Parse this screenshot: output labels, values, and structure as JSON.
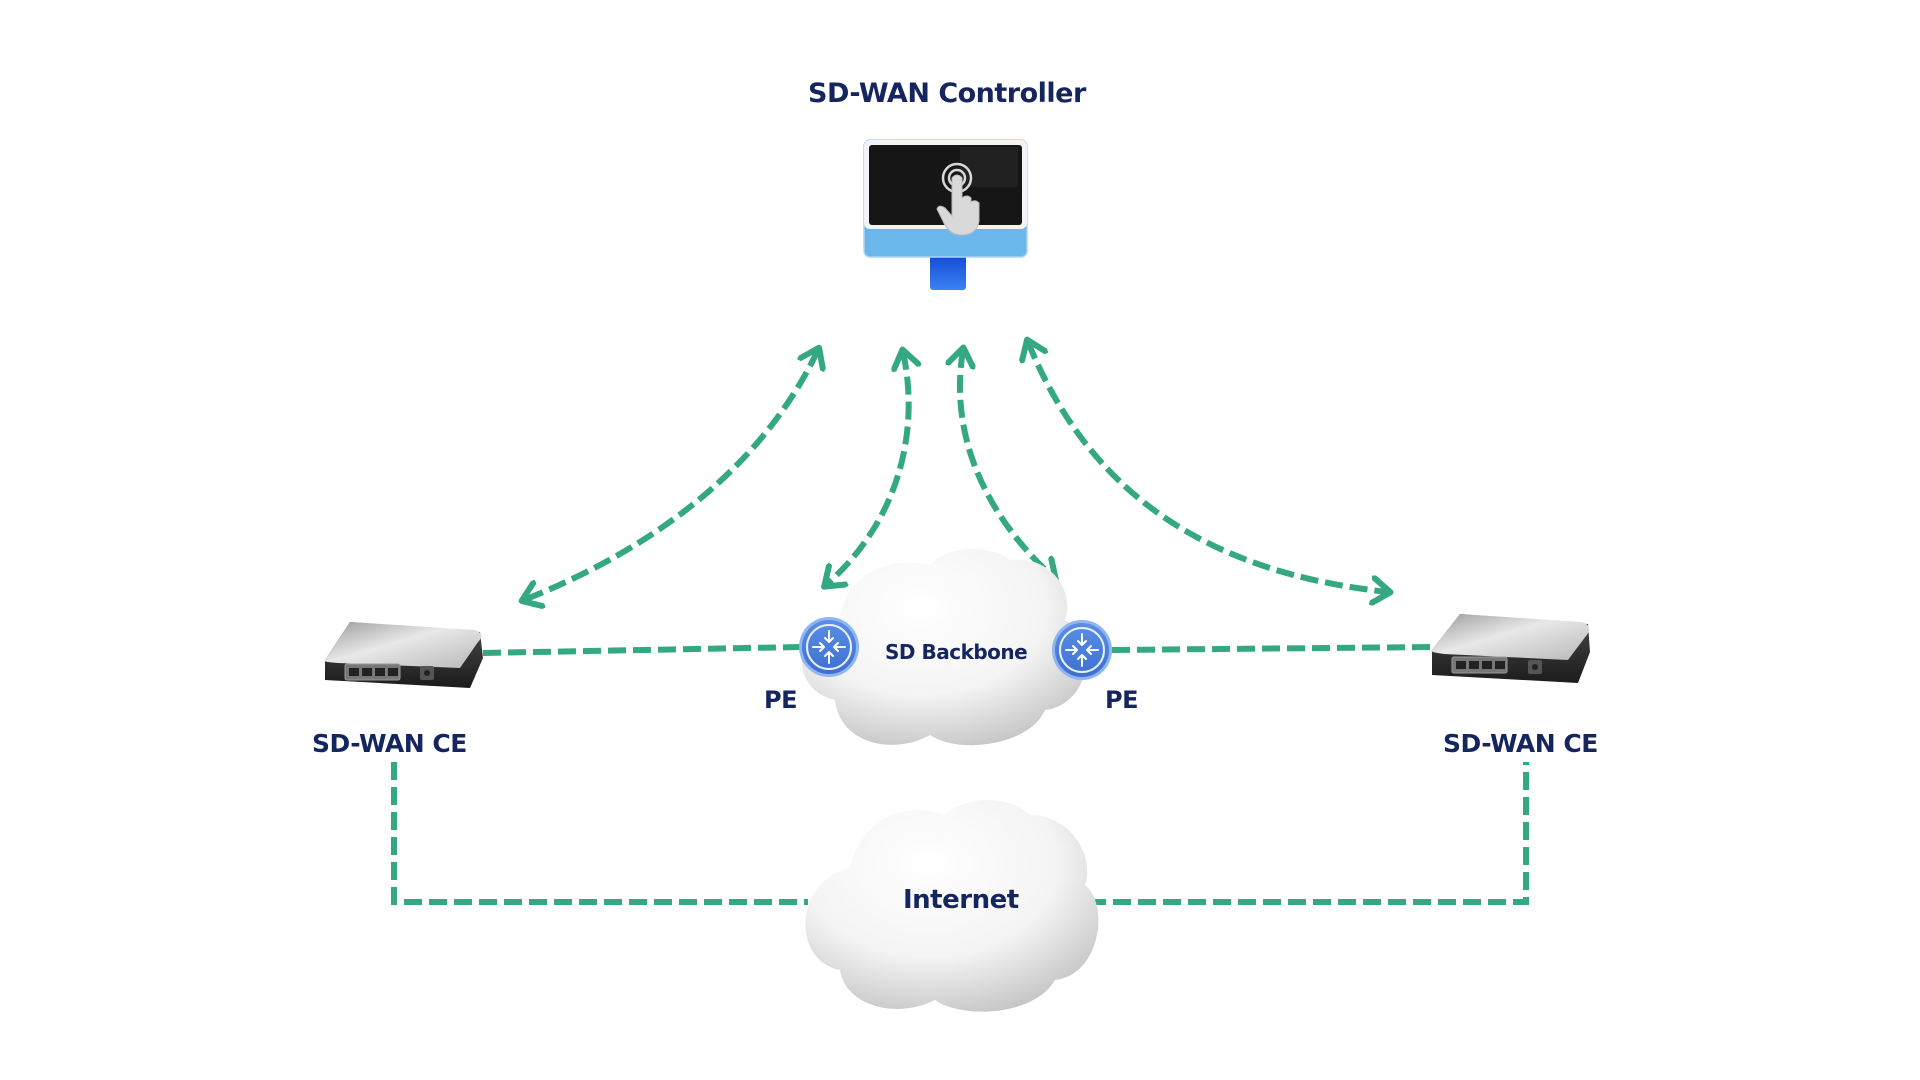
{
  "diagram": {
    "title": "SD-WAN Controller",
    "nodes": {
      "controller": {
        "label": "SD-WAN Controller",
        "icon": "monitor-touch-icon"
      },
      "ce_left": {
        "label": "SD-WAN CE",
        "icon": "router-device-icon"
      },
      "ce_right": {
        "label": "SD-WAN CE",
        "icon": "router-device-icon"
      },
      "pe_left": {
        "label": "PE",
        "icon": "pe-router-icon"
      },
      "pe_right": {
        "label": "PE",
        "icon": "pe-router-icon"
      },
      "backbone": {
        "label": "SD Backbone",
        "icon": "cloud-icon"
      },
      "internet": {
        "label": "Internet",
        "icon": "cloud-icon"
      }
    },
    "edges": [
      {
        "from": "controller",
        "to": "ce_left",
        "style": "dashed",
        "arrows": "both"
      },
      {
        "from": "controller",
        "to": "pe_left",
        "style": "dashed",
        "arrows": "both"
      },
      {
        "from": "controller",
        "to": "pe_right",
        "style": "dashed",
        "arrows": "both"
      },
      {
        "from": "controller",
        "to": "ce_right",
        "style": "dashed",
        "arrows": "both"
      },
      {
        "from": "ce_left",
        "to": "pe_left",
        "style": "dashed",
        "arrows": "none"
      },
      {
        "from": "pe_right",
        "to": "ce_right",
        "style": "dashed",
        "arrows": "none"
      },
      {
        "from": "ce_left",
        "to": "internet",
        "style": "dashed",
        "arrows": "none"
      },
      {
        "from": "internet",
        "to": "ce_right",
        "style": "dashed",
        "arrows": "none"
      }
    ],
    "colors": {
      "link": "#34A882",
      "text": "#15255E",
      "pe_blue": "#4A7FDB",
      "monitor_blue": "#6BB7EC",
      "stand_blue": "#1D5CE0"
    }
  }
}
